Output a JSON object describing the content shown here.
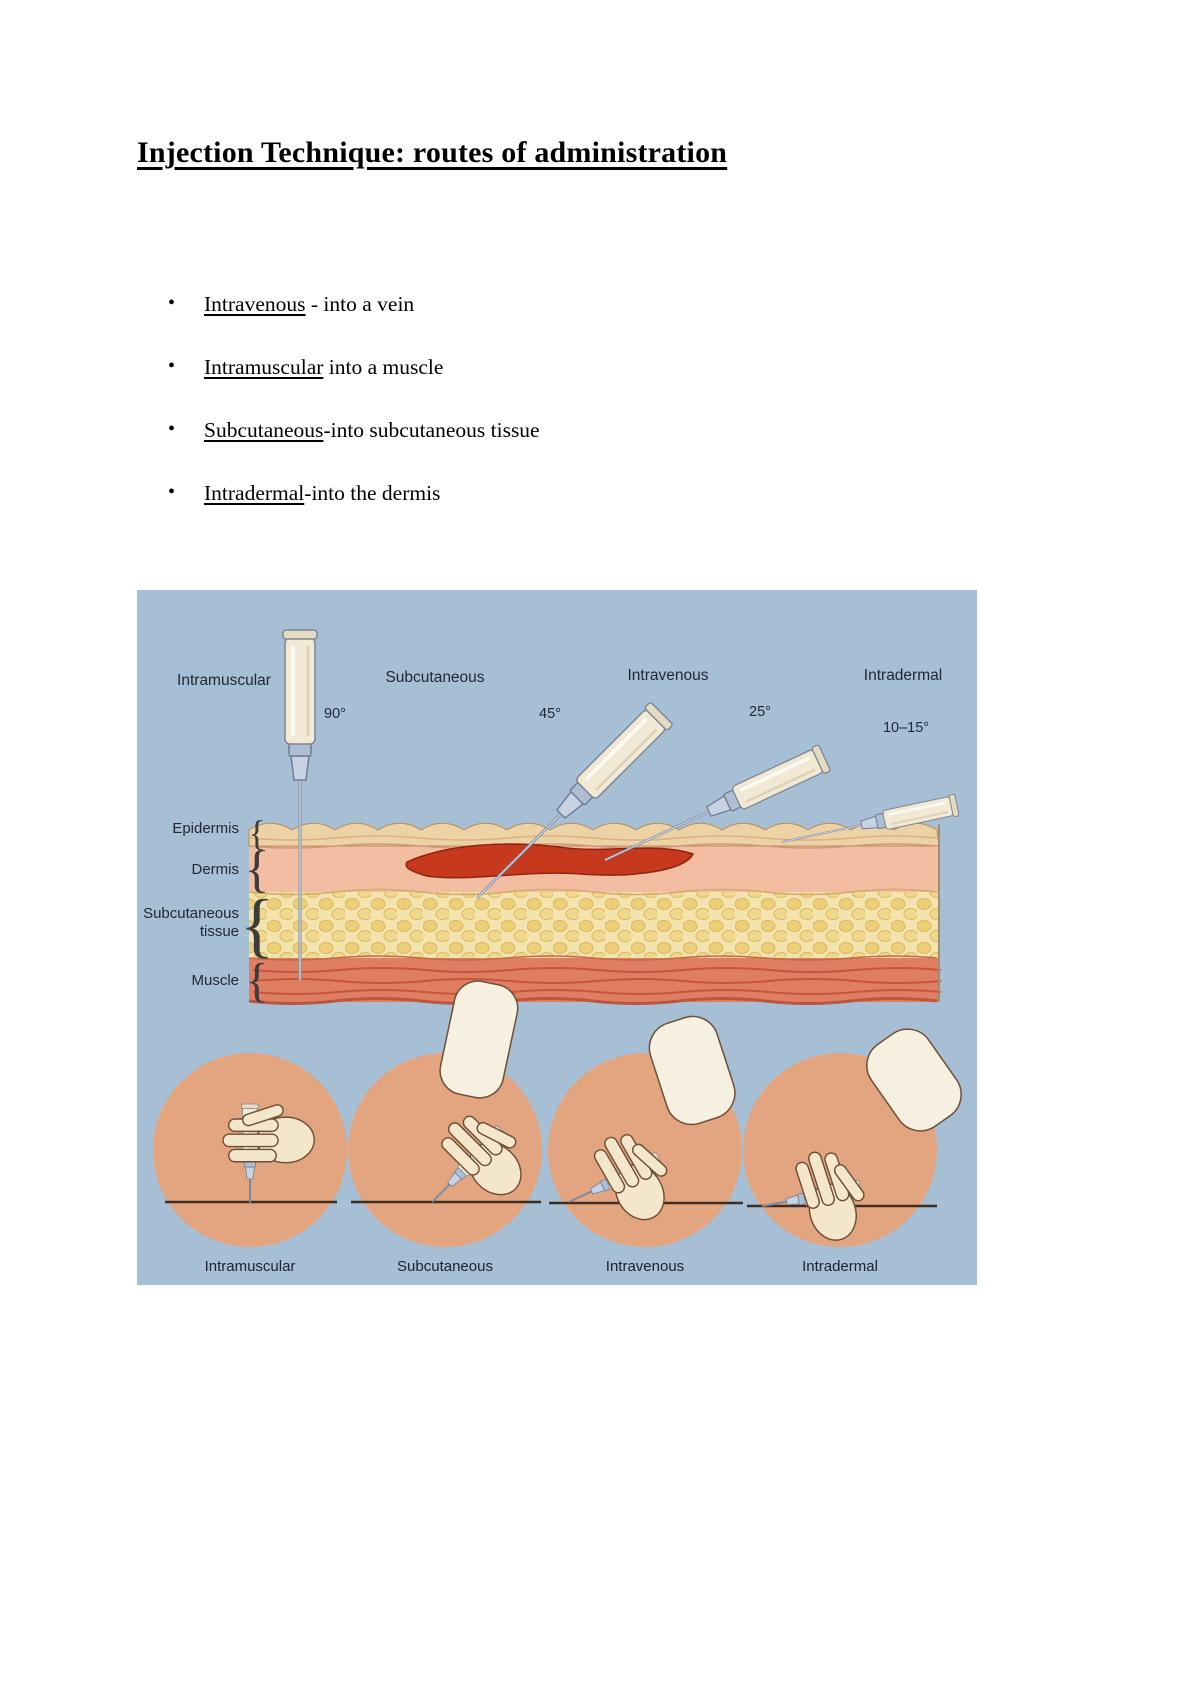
{
  "page": {
    "title": "Injection Technique: routes of administration"
  },
  "bullets": [
    {
      "term": "Intravenous",
      "rest": " - into a vein"
    },
    {
      "term": "Intramuscular",
      "rest": " into a muscle"
    },
    {
      "term": "Subcutaneous",
      "rest": "-into subcutaneous tissue"
    },
    {
      "term": "Intradermal",
      "rest": "-into the dermis"
    }
  ],
  "diagram": {
    "background_color": "#a6bfd4",
    "circle_color": "#e3a57f",
    "routes": [
      {
        "name": "Intramuscular",
        "angle": "90°"
      },
      {
        "name": "Subcutaneous",
        "angle": "45°"
      },
      {
        "name": "Intravenous",
        "angle": "25°"
      },
      {
        "name": "Intradermal",
        "angle": "10–15°"
      }
    ],
    "layers": [
      {
        "line1": "Epidermis",
        "line2": ""
      },
      {
        "line1": "Dermis",
        "line2": ""
      },
      {
        "line1": "Subcutaneous",
        "line2": "tissue"
      },
      {
        "line1": "Muscle",
        "line2": ""
      }
    ],
    "bottom_captions": [
      "Intramuscular",
      "Subcutaneous",
      "Intravenous",
      "Intradermal"
    ]
  }
}
